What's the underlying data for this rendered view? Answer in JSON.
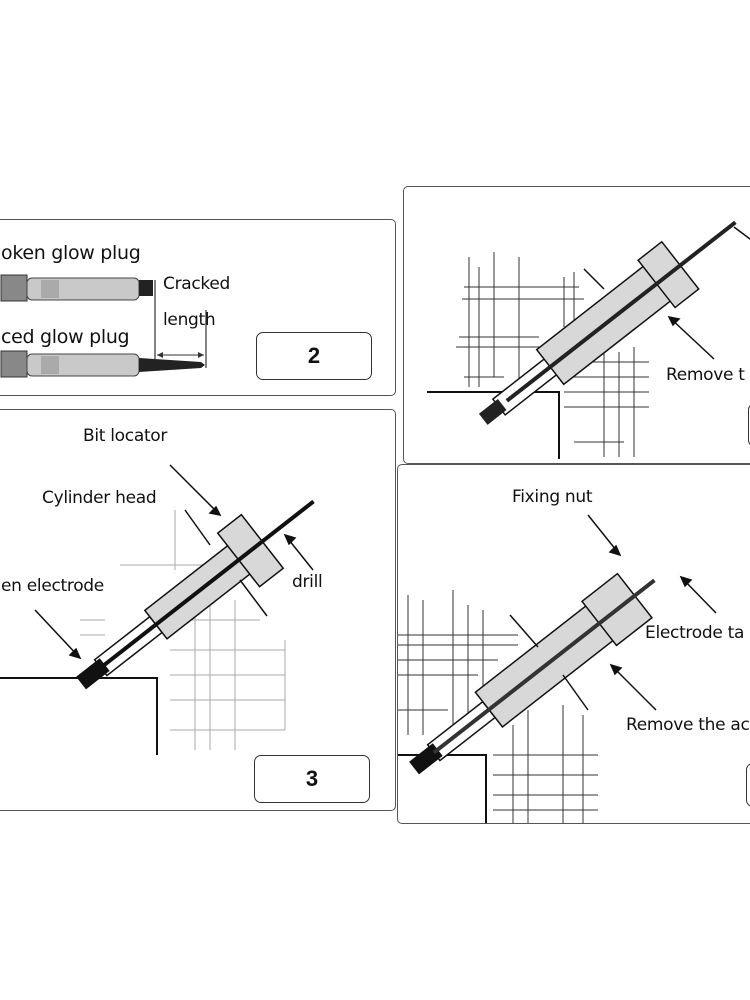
{
  "panels": {
    "p2": {
      "step": "2",
      "label_broken": "oken glow plug",
      "label_replaced": "ced glow plug",
      "label_cracked": "Cracked",
      "label_length": "length"
    },
    "p3": {
      "step": "3",
      "label_bit_locator": "Bit locator",
      "label_cylinder_head": "Cylinder head",
      "label_broken_electrode": "en electrode",
      "label_drill": "drill"
    },
    "p4": {
      "label_remove": "Remove t"
    },
    "p5": {
      "label_fixing_nut": "Fixing nut",
      "label_electrode_tap": "Electrode ta",
      "label_remove": "Remove the ac"
    }
  },
  "colors": {
    "ink": "#111111",
    "gray_fill": "#d8d8d8",
    "border": "#555555"
  }
}
